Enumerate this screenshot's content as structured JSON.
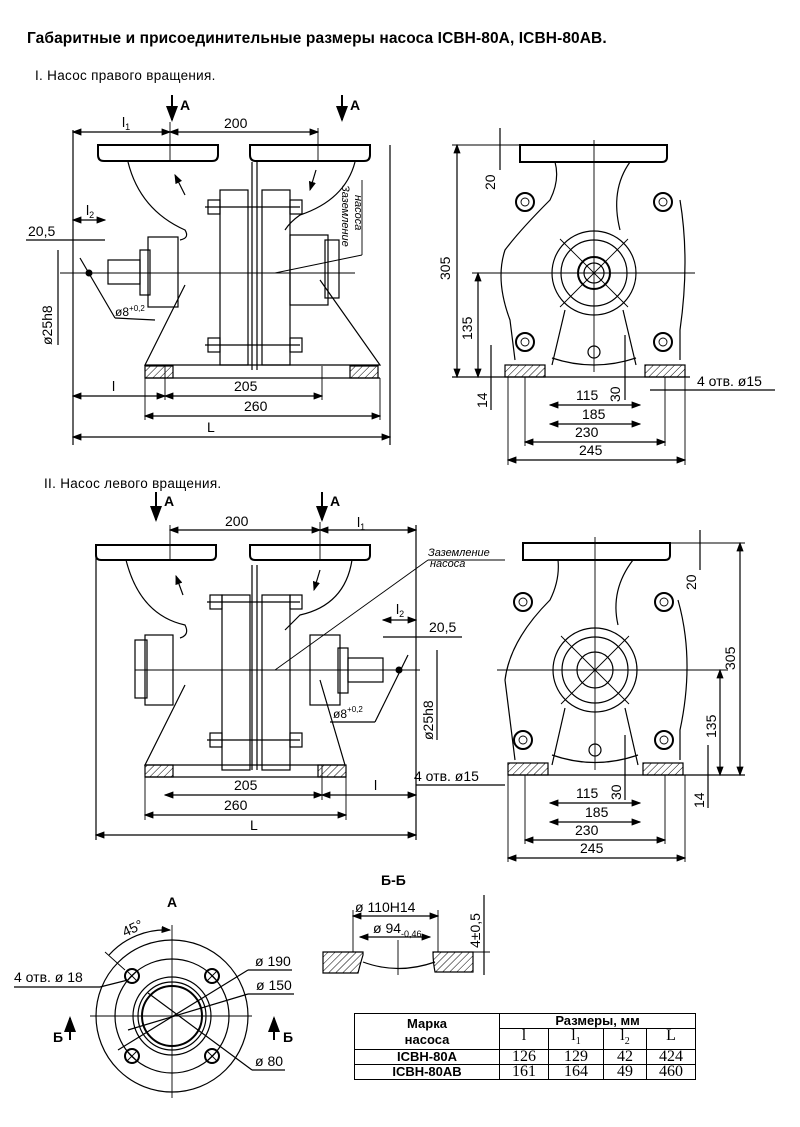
{
  "title": "Габаритные и присоединительные размеры насоса  ICBH-80A, ICBH-80AB.",
  "sections": {
    "right_rotation": "I. Насос правого вращения.",
    "left_rotation": "II. Насос левого вращения."
  },
  "labels": {
    "view_a": "A",
    "section_bb": "Б-Б",
    "section_b": "Б",
    "grounding_line1": "Заземление",
    "grounding_line2": "насоса",
    "l": "l",
    "l1": "l",
    "l1_sub": "1",
    "l2": "l",
    "l2_sub": "2",
    "L": "L"
  },
  "dimensions": {
    "flange_spacing": "200",
    "shaft_offset": "20,5",
    "shaft_diameter": "ø25h8",
    "pin_hole": "ø8",
    "pin_hole_tol": "+0,2",
    "base_hole_spacing": "205",
    "base_length": "260",
    "height_total": "305",
    "flange_thickness": "20",
    "axis_height": "135",
    "base_thickness": "14",
    "foot_height": "30",
    "width_115": "115",
    "width_185": "185",
    "width_230": "230",
    "width_245": "245",
    "base_holes": "4 отв. ø15",
    "flange_holes": "4 отв. ø 18",
    "angle": "45°",
    "d190": "ø 190",
    "d150": "ø 150",
    "d80": "ø 80",
    "d110": "ø 110H14",
    "d94": "ø 94",
    "d94_tol": "-0,46",
    "depth": "4±0,5"
  },
  "table": {
    "col_mark_line1": "Марка",
    "col_mark_line2": "насоса",
    "col_sizes": "Размеры,  мм",
    "headers": [
      {
        "main": "l",
        "sub": ""
      },
      {
        "main": "l",
        "sub": "1"
      },
      {
        "main": "l",
        "sub": "2"
      },
      {
        "main": "L",
        "sub": ""
      }
    ],
    "rows": [
      {
        "mark": "ICBH-80A",
        "values": [
          "126",
          "129",
          "42",
          "424"
        ]
      },
      {
        "mark": "ICBH-80AB",
        "values": [
          "161",
          "164",
          "49",
          "460"
        ]
      }
    ]
  }
}
